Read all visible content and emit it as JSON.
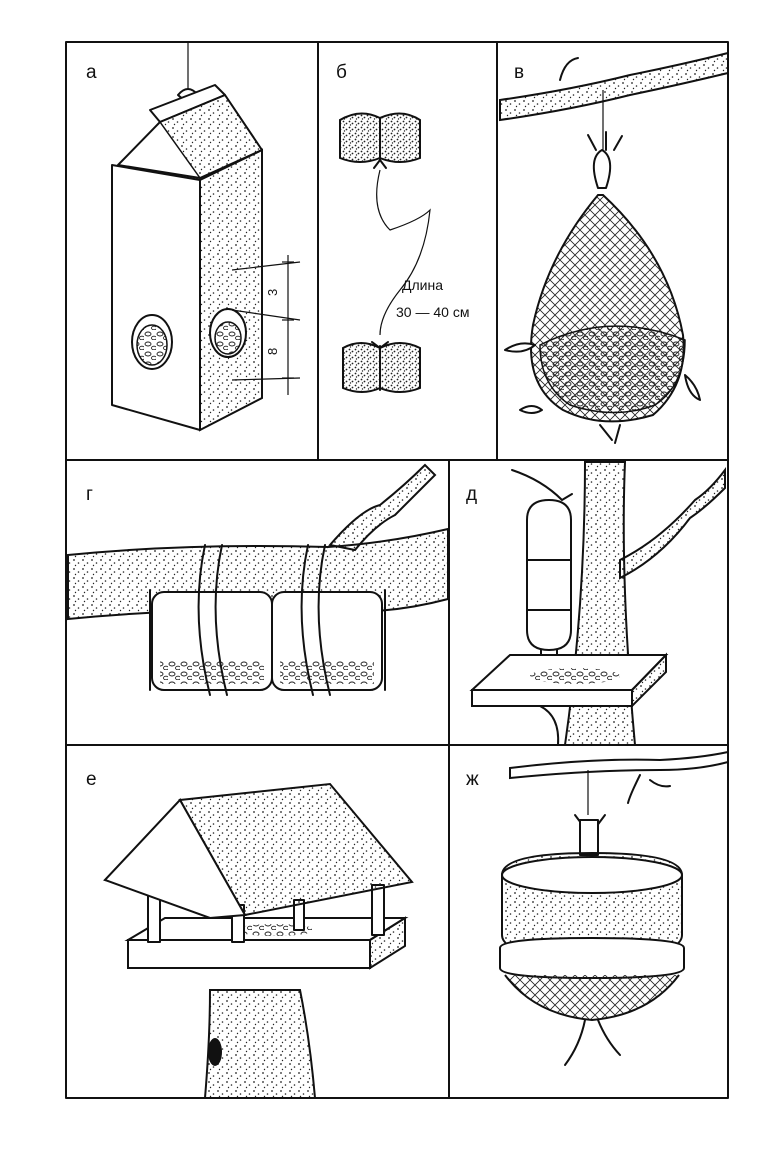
{
  "panels": {
    "a": {
      "label": "а",
      "dimension_top": "3",
      "dimension_bottom": "8"
    },
    "b": {
      "label": "б",
      "caption_line1": "Длина",
      "caption_line2": "30 — 40 см"
    },
    "v": {
      "label": "в"
    },
    "g": {
      "label": "г"
    },
    "d": {
      "label": "д"
    },
    "e": {
      "label": "е"
    },
    "zh": {
      "label": "ж"
    }
  },
  "colors": {
    "ink": "#111111",
    "paper": "#ffffff"
  }
}
